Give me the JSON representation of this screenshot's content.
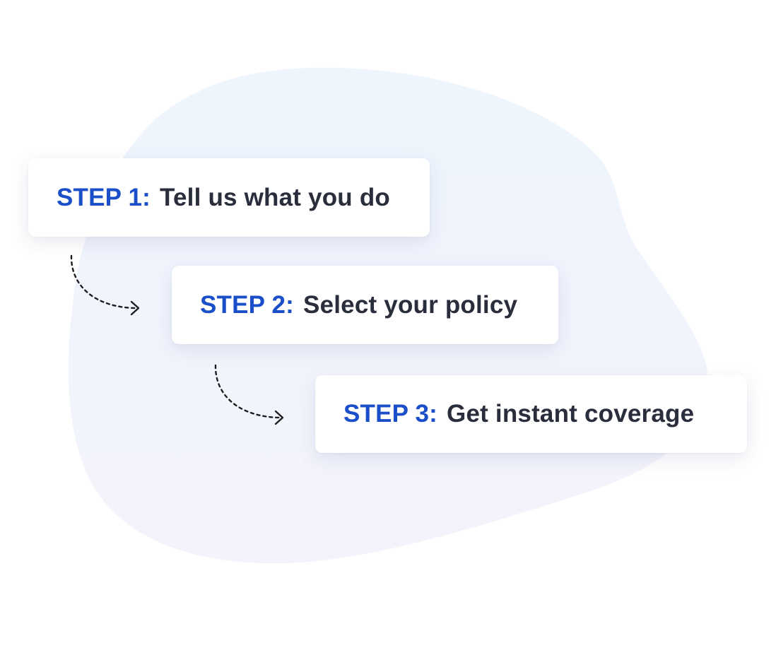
{
  "colors": {
    "step_label": "#1a4fc9",
    "step_text": "#2a2d3c",
    "blob_top": "#eef5fd",
    "blob_bottom": "#f4f3fc",
    "arrow": "#1d1d1d"
  },
  "steps": [
    {
      "label": "STEP 1:",
      "text": "Tell us what you do"
    },
    {
      "label": "STEP 2:",
      "text": "Select your policy"
    },
    {
      "label": "STEP 3:",
      "text": "Get instant coverage"
    }
  ],
  "connectors": [
    {
      "icon": "dashed-curved-arrow-icon"
    },
    {
      "icon": "dashed-curved-arrow-icon"
    }
  ]
}
